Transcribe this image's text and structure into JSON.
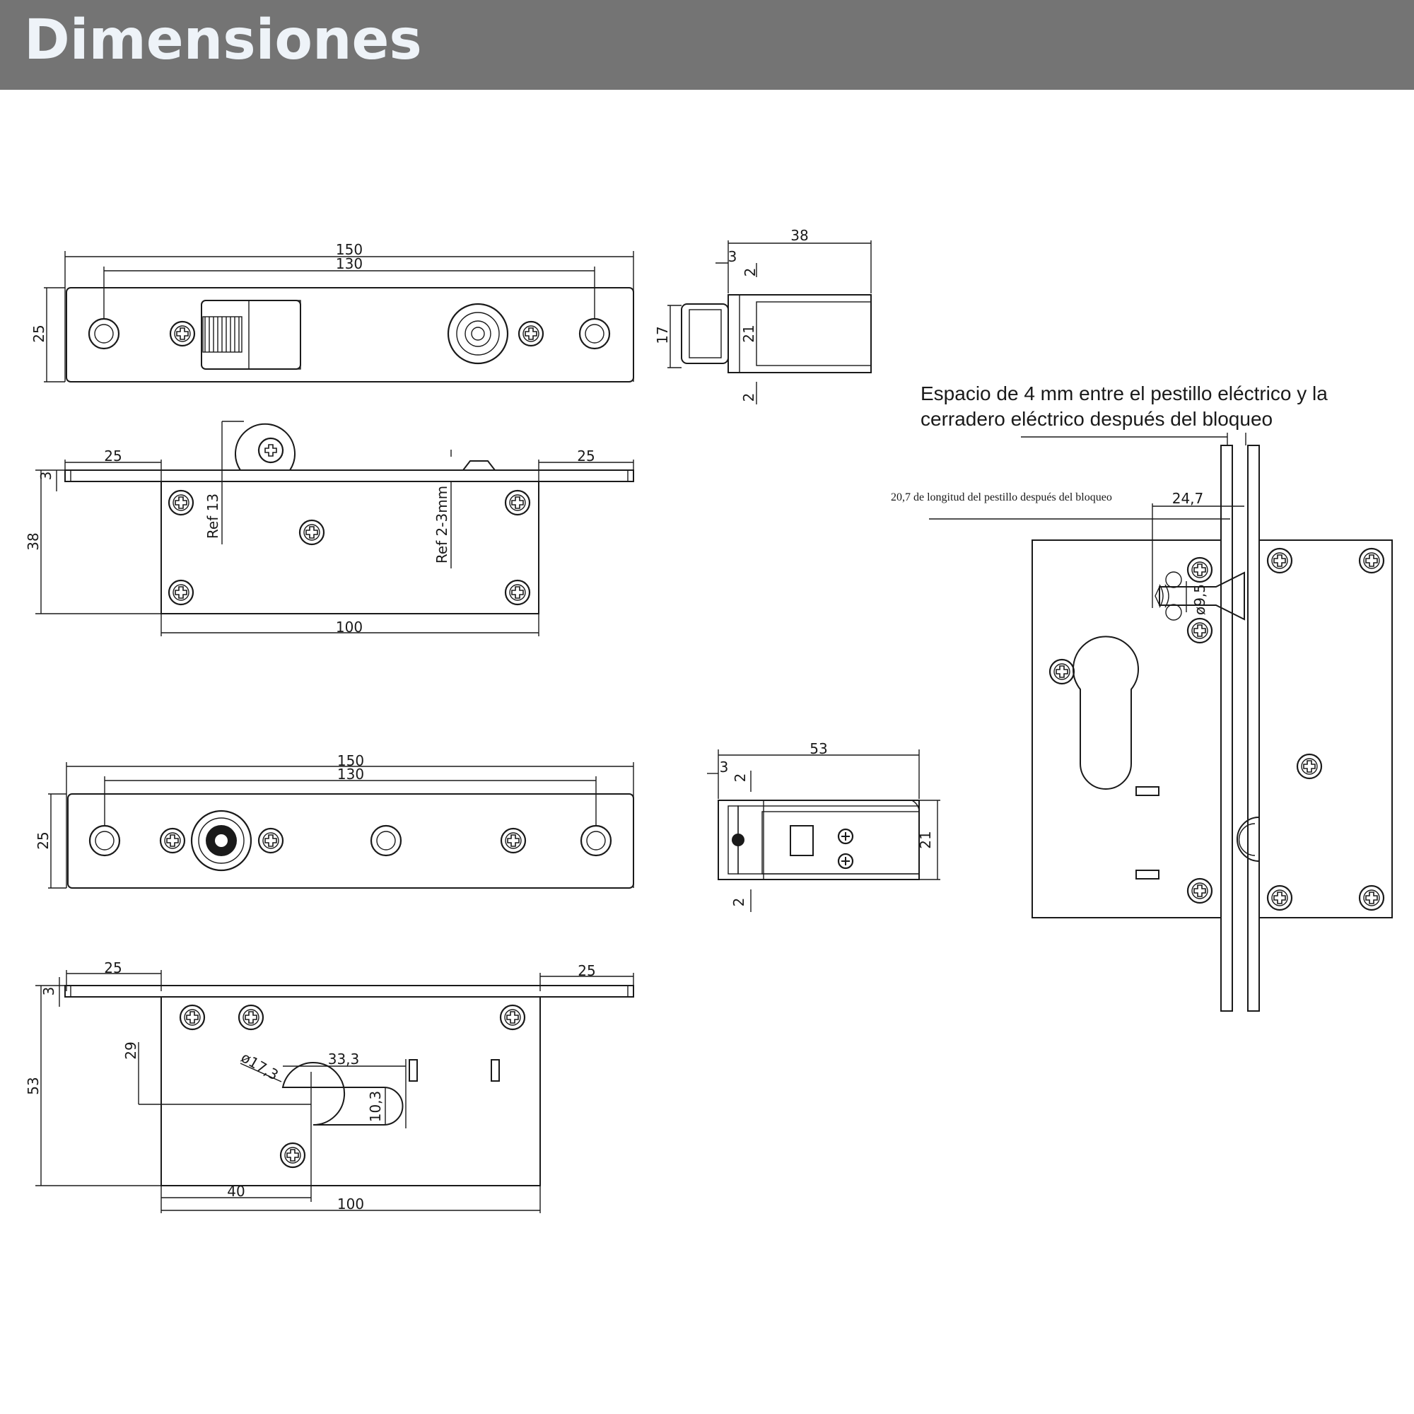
{
  "header": {
    "title": "Dimensiones"
  },
  "view1": {
    "dim_total": "150",
    "dim_holes": "130",
    "dim_height": "25"
  },
  "view2": {
    "dim_top": "38",
    "dim_3": "3",
    "dim_2a": "2",
    "dim_17": "17",
    "dim_21": "21",
    "dim_2b": "2"
  },
  "view3": {
    "dim_left": "25",
    "dim_right": "25",
    "dim_3": "3",
    "dim_38": "38",
    "ref13": "Ref 13",
    "ref23": "Ref 2-3mm",
    "dim_100": "100"
  },
  "view4": {
    "dim_total": "150",
    "dim_holes": "130",
    "dim_height": "25"
  },
  "view5": {
    "dim_top": "53",
    "dim_3": "3",
    "dim_2a": "2",
    "dim_21": "21",
    "dim_2b": "2"
  },
  "view6": {
    "dim_left": "25",
    "dim_right": "25",
    "dim_3": "3",
    "dim_29": "29",
    "dim_53": "53",
    "dim_phi17": "ø17,3",
    "dim_33": "33,3",
    "dim_10": "10,3",
    "dim_40": "40",
    "dim_100": "100"
  },
  "assembly": {
    "note_line1": "Espacio de 4 mm entre el pestillo eléctrico y la",
    "note_line2": "cerradero eléctrico después del bloqueo",
    "note_length": "20,7 de longitud del pestillo después del bloqueo",
    "dim_247": "24,7",
    "dim_phi95": "ø9,5"
  }
}
